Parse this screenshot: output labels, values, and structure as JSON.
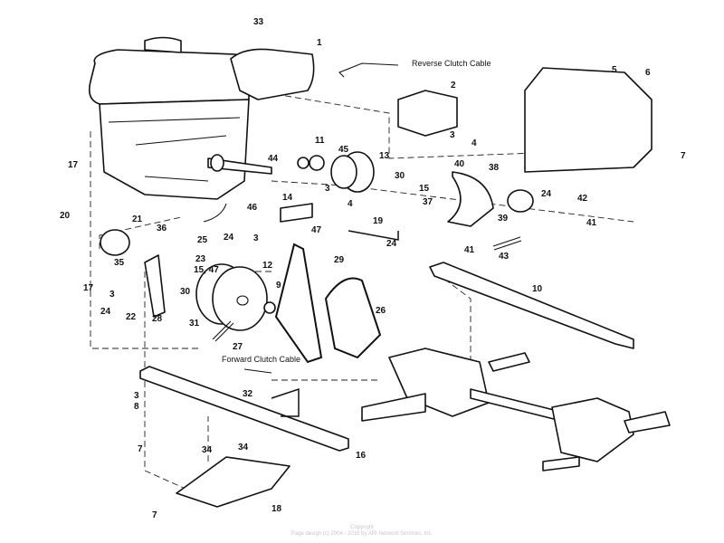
{
  "diagram": {
    "captions": {
      "reverse_clutch_cable": "Reverse Clutch Cable",
      "forward_clutch_cable": "Forward Clutch Cable"
    },
    "part_labels": [
      "33",
      "1",
      "2",
      "5",
      "6",
      "7",
      "3",
      "4",
      "17",
      "44",
      "11",
      "45",
      "13",
      "30",
      "15",
      "40",
      "38",
      "20",
      "14",
      "3",
      "4",
      "37",
      "24",
      "42",
      "39",
      "41",
      "21",
      "36",
      "46",
      "24",
      "3",
      "19",
      "47",
      "25",
      "24",
      "41",
      "43",
      "35",
      "23",
      "12",
      "29",
      "17",
      "15, 47",
      "3",
      "30",
      "10",
      "24",
      "22",
      "28",
      "9",
      "26",
      "31",
      "27",
      "32",
      "3",
      "8",
      "7",
      "34",
      "34",
      "16",
      "18",
      "7"
    ]
  },
  "footer": {
    "line1": "Copyright",
    "line2": "Page design (c) 2004 - 2016 by ARI Network Services, Inc."
  }
}
